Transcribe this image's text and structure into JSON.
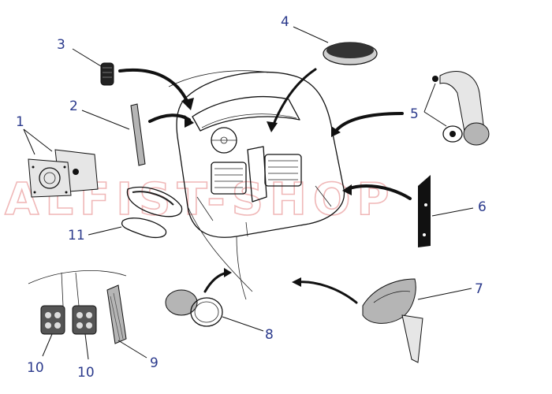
{
  "watermark": "ALFIST-SHOP",
  "callouts": [
    "1",
    "2",
    "3",
    "4",
    "5",
    "6",
    "7",
    "8",
    "9",
    "10",
    "10",
    "11"
  ],
  "colors": {
    "callout": "#2b3a8c",
    "watermark": "#f0b8b8",
    "ink": "#111111"
  }
}
